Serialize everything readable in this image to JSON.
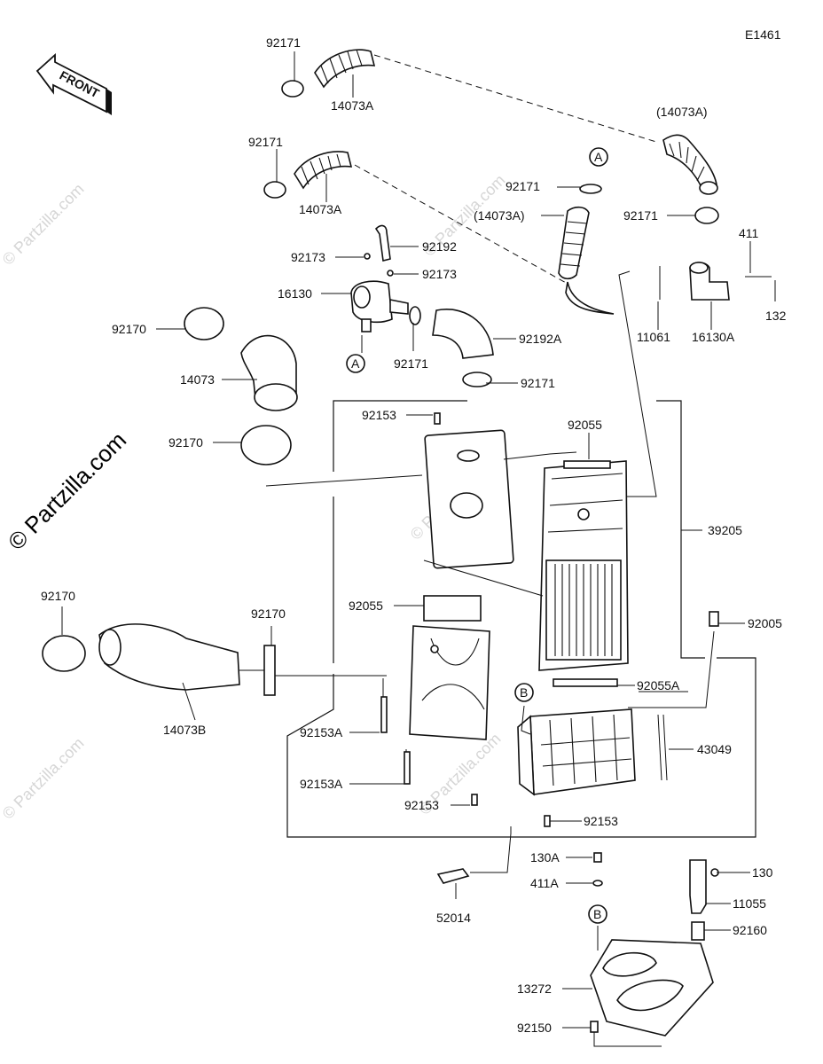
{
  "diagram_code": "E1461",
  "front_label": "FRONT",
  "watermark": "© Partzilla.com",
  "faint_watermark": "© Partzilla.com",
  "callouts": [
    {
      "id": "c1",
      "text": "92171"
    },
    {
      "id": "c2",
      "text": "14073A"
    },
    {
      "id": "c3",
      "text": "(14073A)"
    },
    {
      "id": "c4",
      "text": "92171"
    },
    {
      "id": "c5",
      "text": "14073A"
    },
    {
      "id": "c6",
      "text": "A"
    },
    {
      "id": "c7",
      "text": "92171"
    },
    {
      "id": "c8",
      "text": "(14073A)"
    },
    {
      "id": "c9",
      "text": "92171"
    },
    {
      "id": "c10",
      "text": "411"
    },
    {
      "id": "c11",
      "text": "92192"
    },
    {
      "id": "c12",
      "text": "92173"
    },
    {
      "id": "c13",
      "text": "92173"
    },
    {
      "id": "c14",
      "text": "16130"
    },
    {
      "id": "c15",
      "text": "11061"
    },
    {
      "id": "c16",
      "text": "16130A"
    },
    {
      "id": "c17",
      "text": "132"
    },
    {
      "id": "c18",
      "text": "92170"
    },
    {
      "id": "c19",
      "text": "92192A"
    },
    {
      "id": "c20",
      "text": "14073"
    },
    {
      "id": "c21",
      "text": "A"
    },
    {
      "id": "c22",
      "text": "92171"
    },
    {
      "id": "c23",
      "text": "92171"
    },
    {
      "id": "c24",
      "text": "92153"
    },
    {
      "id": "c25",
      "text": "92055"
    },
    {
      "id": "c26",
      "text": "92170"
    },
    {
      "id": "c27",
      "text": "39205"
    },
    {
      "id": "c28",
      "text": "92170"
    },
    {
      "id": "c29",
      "text": "92170"
    },
    {
      "id": "c30",
      "text": "92055"
    },
    {
      "id": "c31",
      "text": "92005"
    },
    {
      "id": "c32",
      "text": "92055A"
    },
    {
      "id": "c33",
      "text": "B"
    },
    {
      "id": "c34",
      "text": "14073B"
    },
    {
      "id": "c35",
      "text": "92153A"
    },
    {
      "id": "c36",
      "text": "43049"
    },
    {
      "id": "c37",
      "text": "92153A"
    },
    {
      "id": "c38",
      "text": "92153"
    },
    {
      "id": "c39",
      "text": "92153"
    },
    {
      "id": "c40",
      "text": "130A"
    },
    {
      "id": "c41",
      "text": "130"
    },
    {
      "id": "c42",
      "text": "411A"
    },
    {
      "id": "c43",
      "text": "11055"
    },
    {
      "id": "c44",
      "text": "52014"
    },
    {
      "id": "c45",
      "text": "B"
    },
    {
      "id": "c46",
      "text": "92160"
    },
    {
      "id": "c47",
      "text": "13272"
    },
    {
      "id": "c48",
      "text": "92150"
    }
  ]
}
